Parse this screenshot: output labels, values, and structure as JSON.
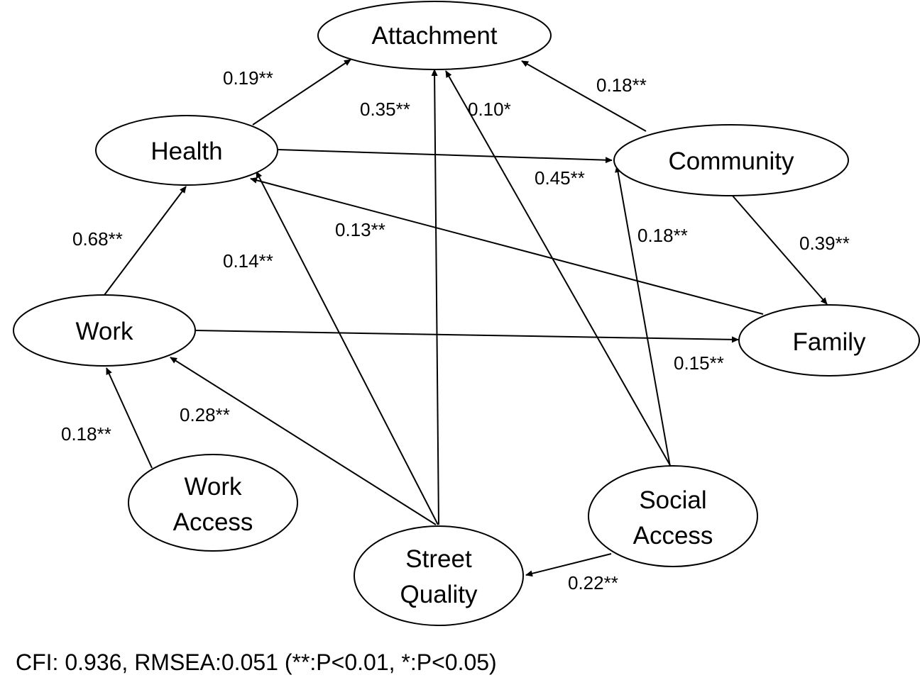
{
  "nodes": {
    "attachment": {
      "lines": [
        "Attachment"
      ]
    },
    "health": {
      "lines": [
        "Health"
      ]
    },
    "community": {
      "lines": [
        "Community"
      ]
    },
    "work": {
      "lines": [
        "Work"
      ]
    },
    "family": {
      "lines": [
        "Family"
      ]
    },
    "work_access": {
      "lines": [
        "Work",
        "Access"
      ]
    },
    "street_quality": {
      "lines": [
        "Street",
        "Quality"
      ]
    },
    "social_access": {
      "lines": [
        "Social",
        "Access"
      ]
    }
  },
  "edges": {
    "health_attachment": {
      "from": "Health",
      "to": "Attachment",
      "label": "0.19**"
    },
    "street_attachment": {
      "from": "Street Quality",
      "to": "Attachment",
      "label": "0.35**"
    },
    "social_attachment": {
      "from": "Social Access",
      "to": "Attachment",
      "label": "0.10*"
    },
    "community_attachment": {
      "from": "Community",
      "to": "Attachment",
      "label": "0.18**"
    },
    "health_community": {
      "from": "Health",
      "to": "Community",
      "label": "0.45**"
    },
    "family_health": {
      "from": "Family",
      "to": "Health",
      "label": "0.13**"
    },
    "work_health": {
      "from": "Work",
      "to": "Health",
      "label": "0.68**"
    },
    "street_health": {
      "from": "Street Quality",
      "to": "Health",
      "label": "0.14**"
    },
    "social_community": {
      "from": "Social Access",
      "to": "Community",
      "label": "0.18**"
    },
    "community_family": {
      "from": "Community",
      "to": "Family",
      "label": "0.39**"
    },
    "work_family": {
      "from": "Work",
      "to": "Family",
      "label": "0.15**"
    },
    "street_work": {
      "from": "Street Quality",
      "to": "Work",
      "label": "0.28**"
    },
    "workaccess_work": {
      "from": "Work Access",
      "to": "Work",
      "label": "0.18**"
    },
    "social_street": {
      "from": "Social Access",
      "to": "Street Quality",
      "label": "0.22**"
    }
  },
  "footer": {
    "fit_text": "CFI: 0.936, RMSEA:0.051 (**:P<0.01, *:P<0.05)"
  }
}
